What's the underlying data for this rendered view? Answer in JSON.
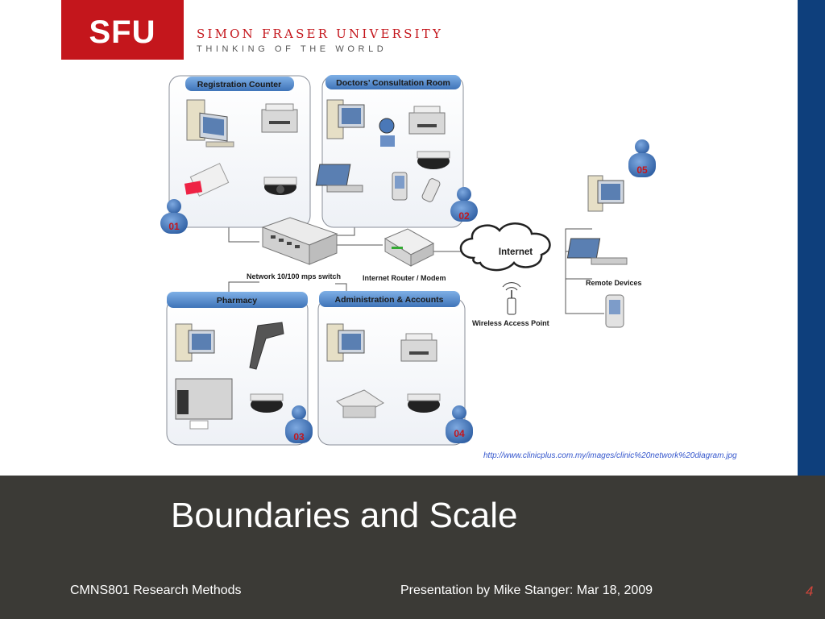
{
  "header": {
    "logo_text": "SFU",
    "university_name": "SIMON FRASER UNIVERSITY",
    "tagline": "THINKING OF THE WORLD"
  },
  "diagram": {
    "zones": {
      "registration": "Registration Counter",
      "doctors": "Doctors’ Consultation Room",
      "pharmacy": "Pharmacy",
      "admin": "Administration & Accounts"
    },
    "badges": {
      "b01": "01",
      "b02": "02",
      "b03": "03",
      "b04": "04",
      "b05": "05"
    },
    "labels": {
      "switch": "Network 10/100 mps switch",
      "router": "Internet Router / Modem",
      "internet": "Internet",
      "wap": "Wireless Access Point",
      "remote": "Remote Devices"
    }
  },
  "citation": "http://www.clinicplus.com.my/images/clinic%20network%20diagram.jpg",
  "title": "Boundaries and Scale",
  "footer": {
    "course": "CMNS801 Research Methods",
    "presenter": "Presentation by Mike Stanger: Mar 18, 2009",
    "page_number": "4"
  },
  "colors": {
    "sfu_red": "#c4161c",
    "footer_bg": "#3b3a36",
    "side_bar": "#0e3f7c",
    "zone_header": "#4f86c6",
    "badge_blue": "#3f73b6",
    "badge_text": "#c4161c"
  }
}
